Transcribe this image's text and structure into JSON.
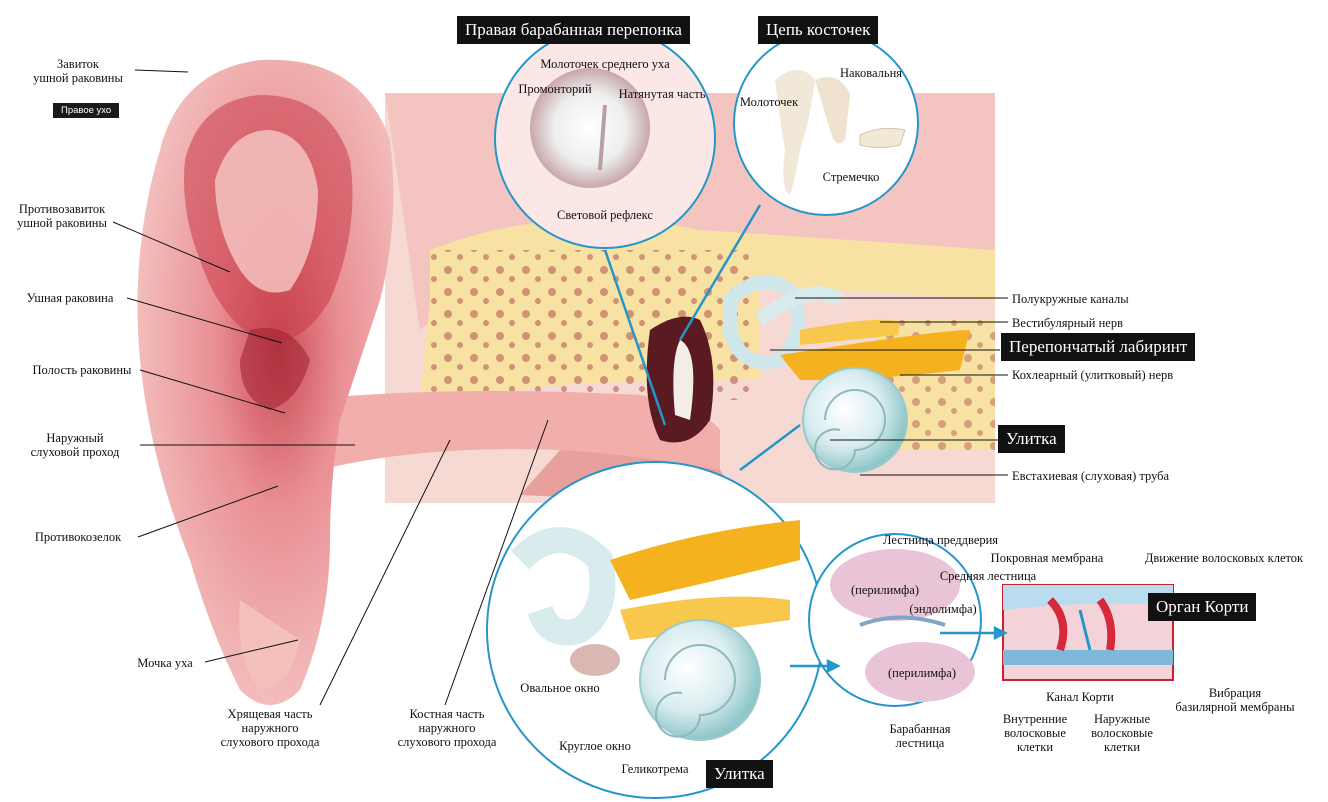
{
  "headers": {
    "eardrum": "Правая барабанная перепонка",
    "ossicles": "Цепь косточек",
    "labyrinth": "Перепончатый лабиринт",
    "cochlea": "Улитка",
    "cochlea_bottom": "Улитка",
    "corti": "Орган Корти"
  },
  "tag": "Правое ухо",
  "outer_ear": {
    "helix": [
      "Завиток",
      "ушной раковины"
    ],
    "antihelix": [
      "Противозавиток",
      "ушной раковины"
    ],
    "auricle": "Ушная раковина",
    "concha": "Полость раковины",
    "canal": [
      "Наружный",
      "слуховой проход"
    ],
    "antitragus": "Противокозелок",
    "lobe": "Мочка уха",
    "cartilage_part": [
      "Хрящевая часть",
      "наружного",
      "слухового прохода"
    ],
    "bone_part": [
      "Костная часть",
      "наружного",
      "слухового прохода"
    ]
  },
  "eardrum_labels": {
    "malleus_mid": "Молоточек среднего уха",
    "promontory": "Промонторий",
    "tense_part": "Натянутая часть",
    "light_reflex": "Световой рефлекс"
  },
  "ossicle_labels": {
    "incus": "Наковальня",
    "malleus": "Молоточек",
    "stapes": "Стремечко"
  },
  "inner_ear": {
    "semicircular": "Полукружные каналы",
    "vestibular_nerve": "Вестибулярный нерв",
    "cochlear_nerve": "Кохлеарный (улитковый) нерв",
    "eustachian": "Евстахиевая (слуховая) труба"
  },
  "cochlea_detail": {
    "oval": "Овальное окно",
    "round": "Круглое окно",
    "helicotrema": "Геликотрема"
  },
  "cross_section": {
    "vestibuli": "Лестница преддверия",
    "perilymph_top": "(перилимфа)",
    "media": "Средняя лестница",
    "endolymph": "(эндолимфа)",
    "perilymph_bottom": "(перилимфа)",
    "tympani": [
      "Барабанная",
      "лестница"
    ]
  },
  "corti_detail": {
    "tectorial": "Покровная мембрана",
    "hair_motion": "Движение волосковых клеток",
    "canal": "Канал Корти",
    "inner_cells": [
      "Внутренние",
      "волосковые",
      "клетки"
    ],
    "outer_cells": [
      "Наружные",
      "волосковые",
      "клетки"
    ],
    "vibration": [
      "Вибрация",
      "базилярной мембраны"
    ]
  },
  "colors": {
    "skin": "#f2b7b3",
    "skin_dark": "#b8323f",
    "bone": "#f7e2a3",
    "nerve": "#f5b21e",
    "circle_stroke": "#2596c9",
    "arrow": "#2596c9"
  }
}
